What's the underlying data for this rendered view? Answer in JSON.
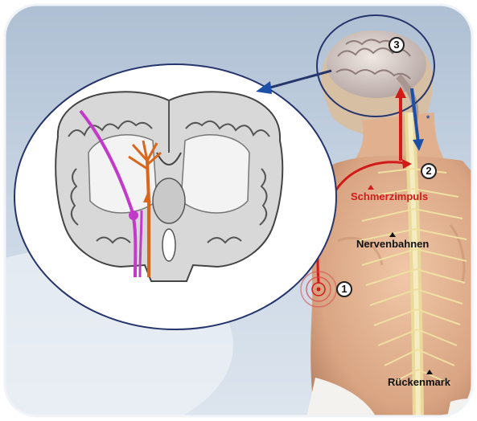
{
  "labels": {
    "pain_impulse": "Schmerzimpuls",
    "nerve_pathways": "Nervenbahnen",
    "spinal_cord": "Rückenmark",
    "asterisk": "*"
  },
  "markers": {
    "step1": "1",
    "step2": "2",
    "step3": "3"
  },
  "colors": {
    "pain_impulse": "#d11a1a",
    "descending_signal": "#1c4fa8",
    "callout_ring": "#26356b",
    "brain_section_magenta": "#c23ac9",
    "brain_section_orange": "#d9661c",
    "skin": "#e9b99a",
    "spine": "#efe2a6",
    "background": "#c8d6e6"
  }
}
